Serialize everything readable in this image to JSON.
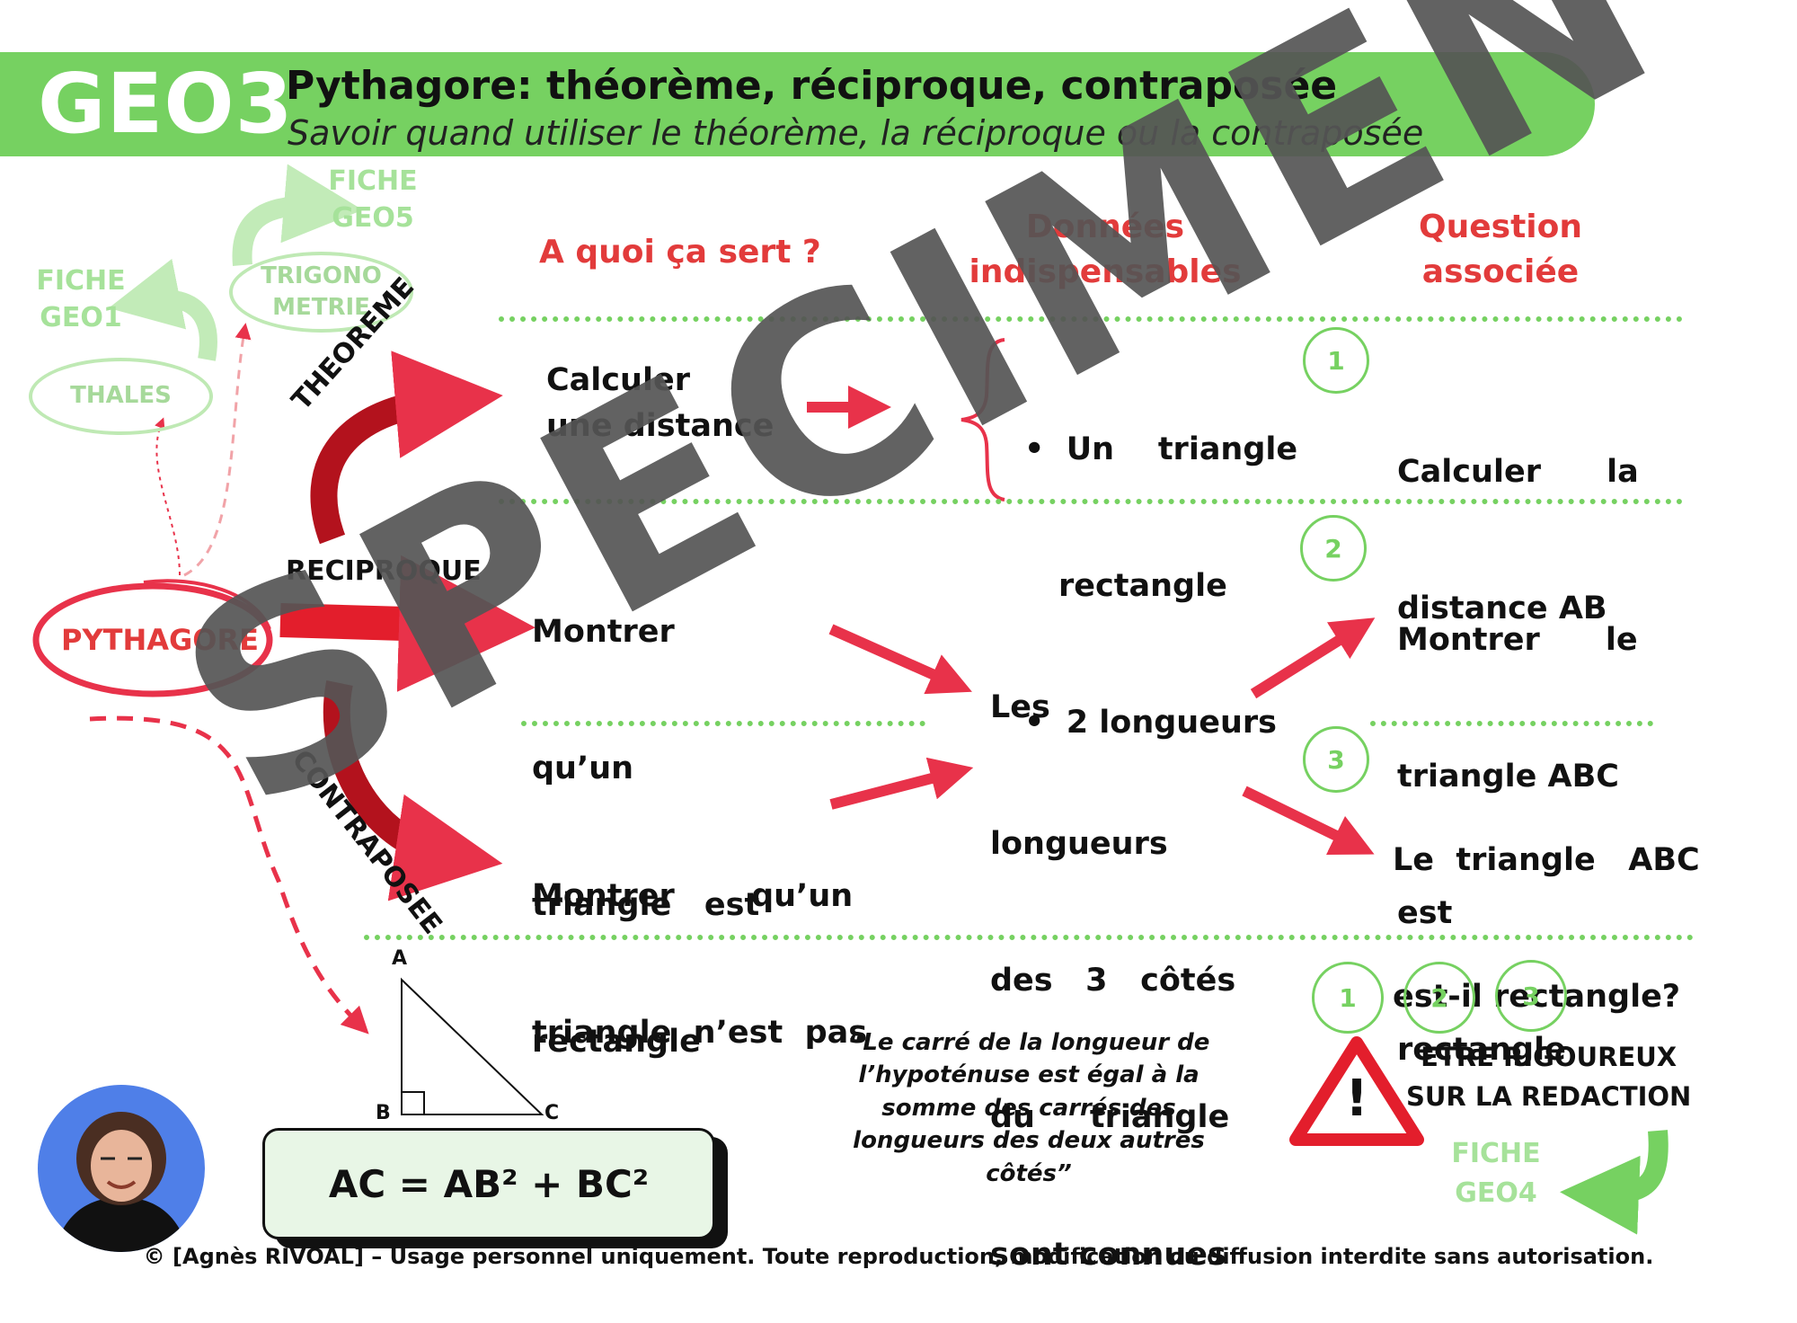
{
  "header": {
    "code": "GEO3",
    "title": "Pythagore:  théorème, réciproque, contraposée",
    "subtitle": "Savoir quand utiliser le théorème, la réciproque ou la contraposée"
  },
  "columns": {
    "purpose": "A quoi ça sert ?",
    "data_line1": "Données",
    "data_line2": "indispensables",
    "question_line1": "Question",
    "question_line2": "associée"
  },
  "links": {
    "geo5_line1": "FICHE",
    "geo5_line2": "GEO5",
    "trigo_line1": "TRIGONO",
    "trigo_line2": "METRIE",
    "geo1_line1": "FICHE",
    "geo1_line2": "GEO1",
    "thales": "THALES",
    "geo4_line1": "FICHE",
    "geo4_line2": "GEO4"
  },
  "center": "PYTHAGORE",
  "branches": {
    "theoreme": "THEOREME",
    "reciproque": "RECIPROQUE",
    "contraposee": "CONTRAPOSEE"
  },
  "rows": {
    "theoreme": {
      "purpose_line1": "Calculer",
      "purpose_line2": "une distance",
      "data_bullet1_line1": "Un    triangle",
      "data_bullet1_line2": "rectangle",
      "data_bullet2": "2 longueurs",
      "question_num": "1",
      "question_line1": "Calculer      la",
      "question_line2": "distance AB"
    },
    "reciproque": {
      "purpose_line1": "Montrer",
      "purpose_line2": "qu’un",
      "purpose_line3": "triangle   est",
      "purpose_line4": "rectangle",
      "question_num": "2",
      "question_line1": "Montrer      le",
      "question_line2": "triangle ABC",
      "question_line3": "est",
      "question_line4": "rectangle"
    },
    "shared_data": {
      "line1": "Les",
      "line2": "longueurs",
      "line3": "des   3   côtés",
      "line4": "du     triangle",
      "line5": "sont connues"
    },
    "contraposee": {
      "purpose_line1": "Montrer       qu’un",
      "purpose_line2": "triangle  n’est  pas",
      "purpose_line3": "rectangle",
      "question_num": "3",
      "question_line1": "Le  triangle   ABC",
      "question_line2": "est-il rectangle?"
    }
  },
  "triangle": {
    "a": "A",
    "b": "B",
    "c": "C"
  },
  "formula": "AC  =  AB² + BC²",
  "quote": {
    "line1": "“Le carré de la longueur de",
    "line2": "l’hypoténuse est égal à la",
    "line3": "somme des carrés des",
    "line4": "longueurs des deux autres",
    "line5": "côtés”"
  },
  "rigor": {
    "n1": "1",
    "n2": "2",
    "n3": "3",
    "line1": "ETRE RIGOUREUX",
    "line2": "SUR LA REDACTION"
  },
  "watermark": "SPECIMEN",
  "footer": "© [Agnès RIVOAL] – Usage personnel uniquement. Toute reproduction, modification ou diffusion interdite sans autorisation."
}
